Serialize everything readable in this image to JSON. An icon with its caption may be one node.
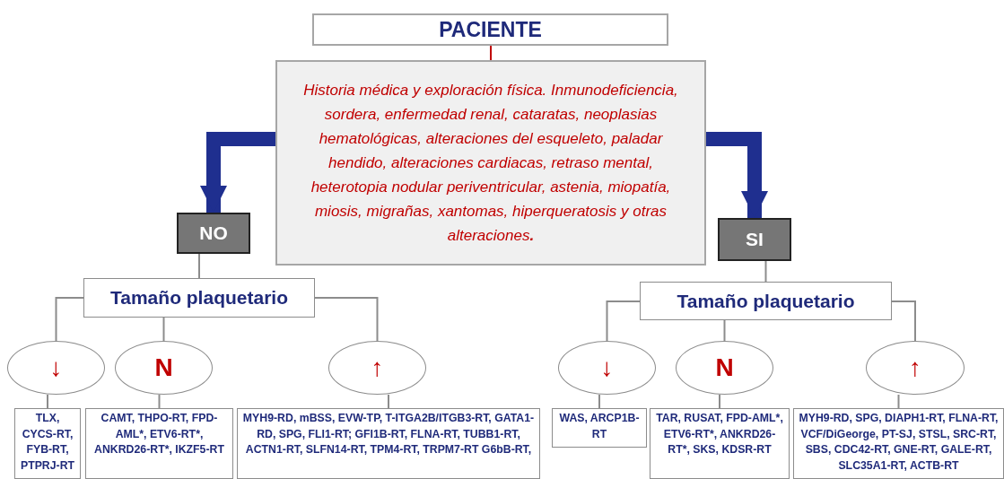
{
  "diagram": {
    "nodes": [
      {
        "text": [
          "PACIENTE"
        ]
      },
      {
        "text": [
          "Historia médica y exploración física. Inmunodeficiencia, sordera, enfermedad renal, cataratas, neoplasias hematológicas, alteraciones del esqueleto, paladar hendido, alteraciones cardiacas, retraso mental, heterotopia nodular periventricular, astenia, miopatía, miosis, migrañas, xantomas, hiperqueratosis y otras alteraciones**.**"
        ]
      },
      {
        "text": [
          "NO"
        ]
      },
      {
        "text": [
          "SI"
        ]
      },
      {
        "text": [
          "Tamaño plaquetario"
        ]
      },
      {
        "text": [
          "Tamaño plaquetario"
        ]
      },
      {
        "text": [
          "↓"
        ]
      },
      {
        "text": [
          "N"
        ]
      },
      {
        "text": [
          "↑"
        ]
      },
      {
        "text": [
          "↓"
        ]
      },
      {
        "text": [
          "N"
        ]
      },
      {
        "text": [
          "↑"
        ]
      },
      {
        "text": [
          "TLX, CYCS-RT, FYB-RT, PTPRJ-RT"
        ]
      },
      {
        "text": [
          "CAMT, THPO-RT, FPD-AML*, ETV6-RT*, ANKRD26-RT*, IKZF5-RT"
        ]
      },
      {
        "text": [
          "MYH9-RD, mBSS, EVW-TP, T-ITGA2B/ITGB3-RT, GATA1-RD, SPG, FLI1-RT; GFI1B-RT, FLNA-RT, TUBB1-RT, ACTN1-RT, SLFN14-RT, TPM4-RT, TRPM7-RT G6bB-RT,"
        ]
      },
      {
        "text": [
          "WAS, ARCP1B-RT"
        ]
      },
      {
        "text": [
          "TAR, RUSAT, FPD-AML*, ETV6-RT*, ANKRD26-RT*, SKS, KDSR-RT"
        ]
      },
      {
        "text": [
          "MYH9-RD, SPG, DIAPH1-RT, FLNA-RT, VCF/DiGeorge, PT-SJ, STSL, SRC-RT, SBS, CDC42-RT, GNE-RT, GALE-RT, SLC35A1-RT, ACTB-RT"
        ]
      }
    ],
    "edges": [
      {
        "from": 0,
        "to": 1,
        "arrow": "none",
        "color": "#c00000"
      },
      {
        "from": 1,
        "to": 2,
        "arrow": "to",
        "style": "thick",
        "color": "#1f2f8f"
      },
      {
        "from": 1,
        "to": 3,
        "arrow": "to",
        "style": "thick",
        "color": "#1f2f8f"
      },
      {
        "from": 2,
        "to": 4,
        "arrow": "none"
      },
      {
        "from": 3,
        "to": 5,
        "arrow": "none"
      },
      {
        "from": 4,
        "to": 6,
        "arrow": "none"
      },
      {
        "from": 4,
        "to": 7,
        "arrow": "none"
      },
      {
        "from": 4,
        "to": 8,
        "arrow": "none"
      },
      {
        "from": 5,
        "to": 9,
        "arrow": "none"
      },
      {
        "from": 5,
        "to": 10,
        "arrow": "none"
      },
      {
        "from": 5,
        "to": 11,
        "arrow": "none"
      },
      {
        "from": 6,
        "to": 12,
        "arrow": "none"
      },
      {
        "from": 7,
        "to": 13,
        "arrow": "none"
      },
      {
        "from": 8,
        "to": 14,
        "arrow": "none"
      },
      {
        "from": 9,
        "to": 15,
        "arrow": "none"
      },
      {
        "from": 10,
        "to": 16,
        "arrow": "none"
      },
      {
        "from": 11,
        "to": 17,
        "arrow": "none"
      }
    ]
  }
}
